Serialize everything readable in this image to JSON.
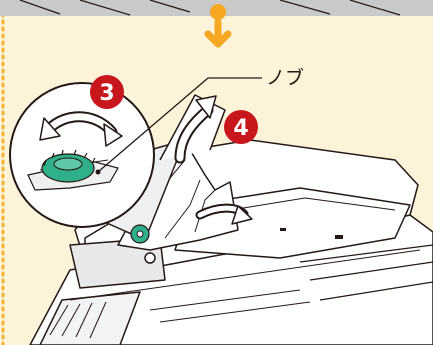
{
  "callout": {
    "label": "ノブ"
  },
  "steps": [
    {
      "label": "3",
      "icon": "curved-arrow-rotate-knob-icon"
    },
    {
      "label": "4",
      "icon": "lift-arrow-icon"
    }
  ],
  "indicator": {
    "icon": "down-arrow-icon"
  },
  "colors": {
    "background": "#fdf3d9",
    "border_dots": "#f4b233",
    "step_badge": "#c8161d",
    "down_arrow": "#f7a823",
    "knob": "#2fb08a",
    "line": "#231815",
    "machine": "#ffffff"
  }
}
